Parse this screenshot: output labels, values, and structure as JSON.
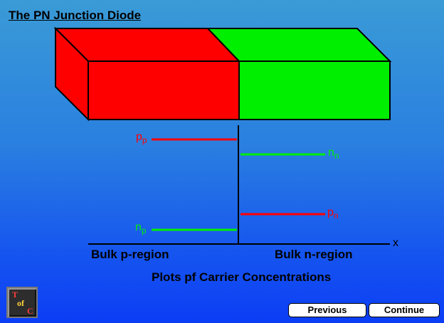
{
  "title": "The PN Junction Diode",
  "axis_x_label": "x",
  "region_p_label": "Bulk p-region",
  "region_n_label": "Bulk n-region",
  "plot_caption": "Plots pf Carrier Concentrations",
  "carriers": {
    "pp": {
      "base": "p",
      "sub": "p"
    },
    "nn": {
      "base": "n",
      "sub": "n"
    },
    "pn": {
      "base": "p",
      "sub": "n"
    },
    "np": {
      "base": "n",
      "sub": "p"
    }
  },
  "toc_icon": {
    "t": "T",
    "of": "of",
    "c": "C"
  },
  "buttons": {
    "previous": "Previous",
    "continue": "Continue"
  },
  "colors": {
    "p_region": "#ff0000",
    "n_region": "#00ee00",
    "outline": "#000000"
  }
}
